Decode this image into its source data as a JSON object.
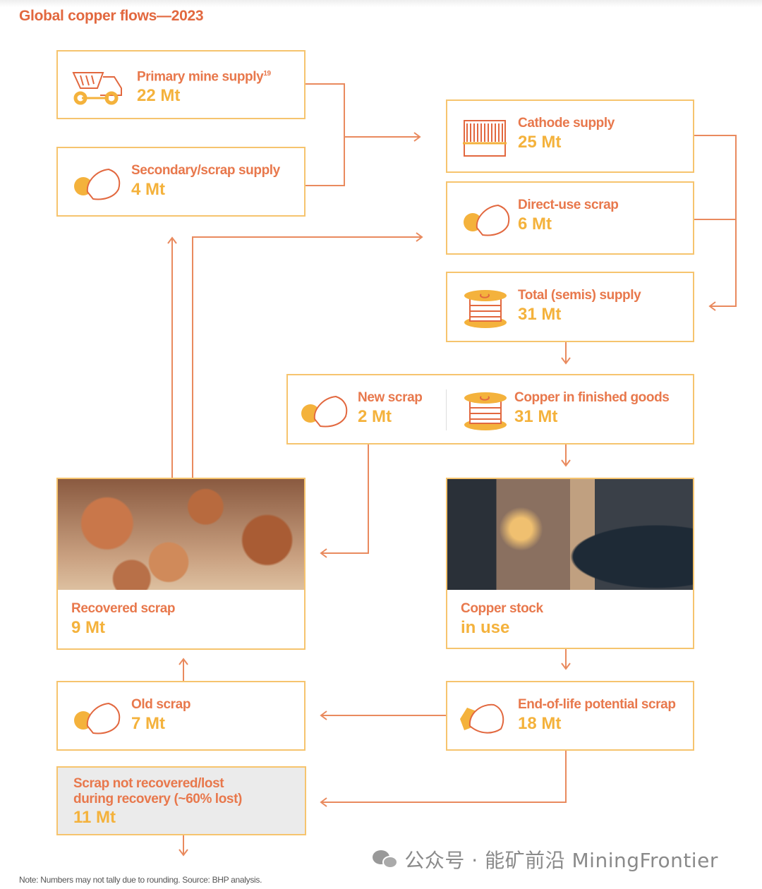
{
  "title": "Global copper flows—2023",
  "nodes": {
    "primary": {
      "label": "Primary mine supply",
      "sup": "19",
      "value": "22 Mt"
    },
    "secondary": {
      "label": "Secondary/scrap supply",
      "value": "4 Mt"
    },
    "cathode": {
      "label": "Cathode supply",
      "value": "25 Mt"
    },
    "direct": {
      "label": "Direct-use scrap",
      "value": "6 Mt"
    },
    "total": {
      "label": "Total (semis) supply",
      "value": "31 Mt"
    },
    "new_scrap": {
      "label": "New scrap",
      "value": "2 Mt"
    },
    "finished": {
      "label": "Copper in finished goods",
      "value": "31 Mt"
    },
    "recovered": {
      "label": "Recovered scrap",
      "value": "9 Mt"
    },
    "stock": {
      "label": "Copper stock",
      "label2": "in use"
    },
    "old_scrap": {
      "label": "Old scrap",
      "value": "7 Mt"
    },
    "eol": {
      "label": "End-of-life potential scrap",
      "value": "18 Mt"
    },
    "lost": {
      "label": "Scrap not recovered/lost",
      "label2": "during recovery (~60% lost)",
      "value": "11 Mt"
    }
  },
  "note": "Note: Numbers may not tally due to rounding. Source: BHP analysis.",
  "watermark": "公众号 · 能矿前沿 MiningFrontier",
  "colors": {
    "label": "#E8784C",
    "value": "#F4B23C",
    "border": "#F6C46E",
    "line": "#E98A5E"
  }
}
